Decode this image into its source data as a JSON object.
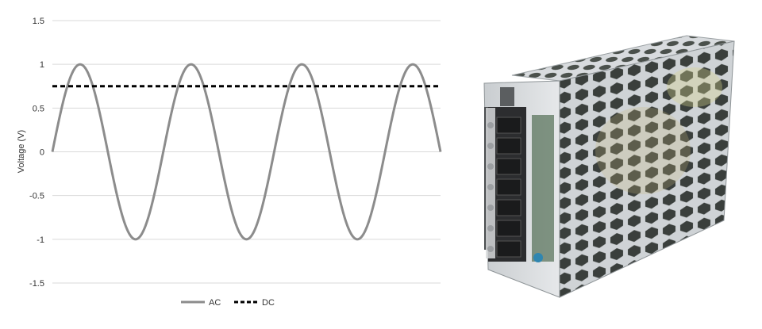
{
  "chart_data": {
    "type": "line",
    "title": "",
    "ylabel": "Voltage (V)",
    "xlabel": "",
    "ylim": [
      -1.5,
      1.5
    ],
    "yticks": [
      1.5,
      1,
      0.5,
      0,
      -0.5,
      -1,
      -1.5
    ],
    "ytick_labels": [
      "1.5",
      "1",
      "0.5",
      "0",
      "-0.5",
      "-1",
      "-1.5"
    ],
    "grid": true,
    "legend_position": "bottom",
    "series": [
      {
        "name": "AC",
        "style": "solid",
        "color": "#8c8c8c",
        "function": "sine",
        "amplitude": 1,
        "cycles": 3.5,
        "start_value": 0,
        "end_value": 0
      },
      {
        "name": "DC",
        "style": "dashed",
        "color": "#000000",
        "value": 0.75
      }
    ]
  },
  "image": {
    "description_icon": "power-supply-unit-photo"
  }
}
